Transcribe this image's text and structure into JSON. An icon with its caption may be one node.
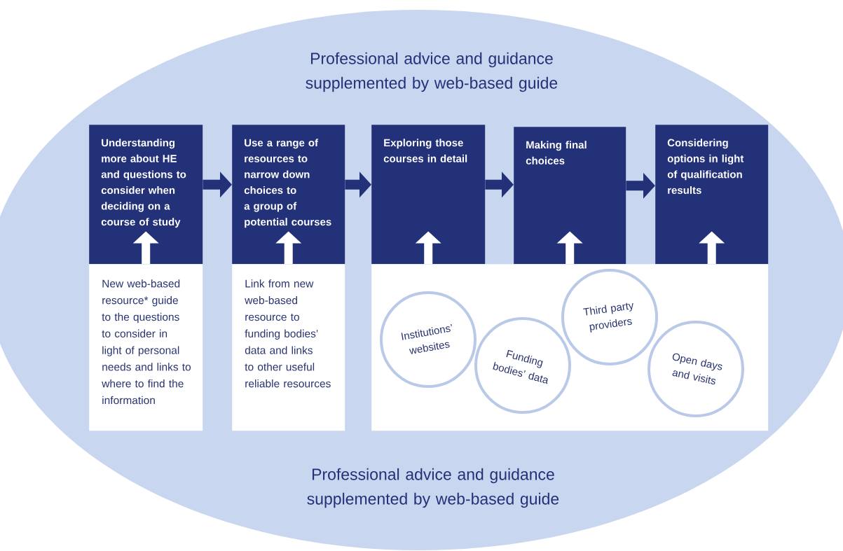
{
  "diagram": {
    "nodes": [
      {
        "text": [
          "Professional advice and guidance supplemented by web-based guide",
          "Professional advice and guidance supplemented by web-based guide"
        ]
      },
      {
        "text": [
          "Understanding more about HE and questions to consider when deciding on a course of study"
        ],
        "in": 0
      },
      {
        "text": [
          "Use a range of resources to narrow down choices to a group of potential courses"
        ],
        "in": 0
      },
      {
        "text": [
          "Exploring those courses in detail"
        ],
        "in": 0
      },
      {
        "text": [
          "Making final choices"
        ],
        "in": 0
      },
      {
        "text": [
          "Considering options in light of qualification results"
        ],
        "in": 0
      },
      {
        "text": [
          "New web-based resource* guide to the questions to consider in light of personal needs and links to where to find the information"
        ],
        "in": 0
      },
      {
        "text": [
          "Link from new web-based resource to funding bodies’ data and links to other useful reliable resources"
        ],
        "in": 0
      },
      {
        "text": [],
        "shape": "box",
        "in": 0
      },
      {
        "text": [
          "Institutions’ websites"
        ],
        "in": 8
      },
      {
        "text": [
          "Funding bodies’ data"
        ],
        "in": 8
      },
      {
        "text": [
          "Third party providers"
        ],
        "in": 8
      },
      {
        "text": [
          "Open days and visits"
        ],
        "in": 8
      }
    ],
    "edges": [
      {
        "from": 1,
        "to": 2,
        "arrow": "to",
        "color": "#233178"
      },
      {
        "from": 2,
        "to": 3,
        "arrow": "to",
        "color": "#233178"
      },
      {
        "from": 3,
        "to": 4,
        "arrow": "to",
        "color": "#233178"
      },
      {
        "from": 4,
        "to": 5,
        "arrow": "to",
        "color": "#233178"
      },
      {
        "from": 6,
        "to": 1,
        "arrow": "to",
        "color": "#ffffff"
      },
      {
        "from": 7,
        "to": 2,
        "arrow": "to",
        "color": "#ffffff"
      },
      {
        "from": 8,
        "to": 3,
        "arrow": "to",
        "color": "#ffffff"
      },
      {
        "from": 8,
        "to": 4,
        "arrow": "to",
        "color": "#ffffff"
      },
      {
        "from": 8,
        "to": 5,
        "arrow": "to",
        "color": "#ffffff"
      }
    ]
  }
}
